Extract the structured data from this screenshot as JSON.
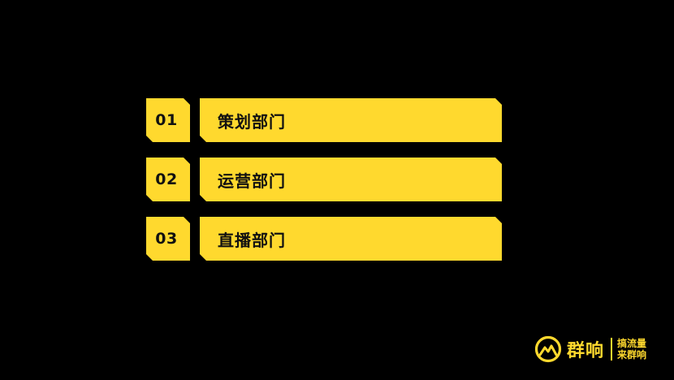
{
  "slide": {
    "background_color": "#000000",
    "accent_color": "#FFD92E",
    "items": [
      {
        "number": "01",
        "label": "策划部门"
      },
      {
        "number": "02",
        "label": "运营部门"
      },
      {
        "number": "03",
        "label": "直播部门"
      }
    ]
  },
  "brand": {
    "logo_icon": "mountain-circle-logo-icon",
    "name": "群响",
    "slogan_line1": "搞流量",
    "slogan_line2": "来群响"
  }
}
